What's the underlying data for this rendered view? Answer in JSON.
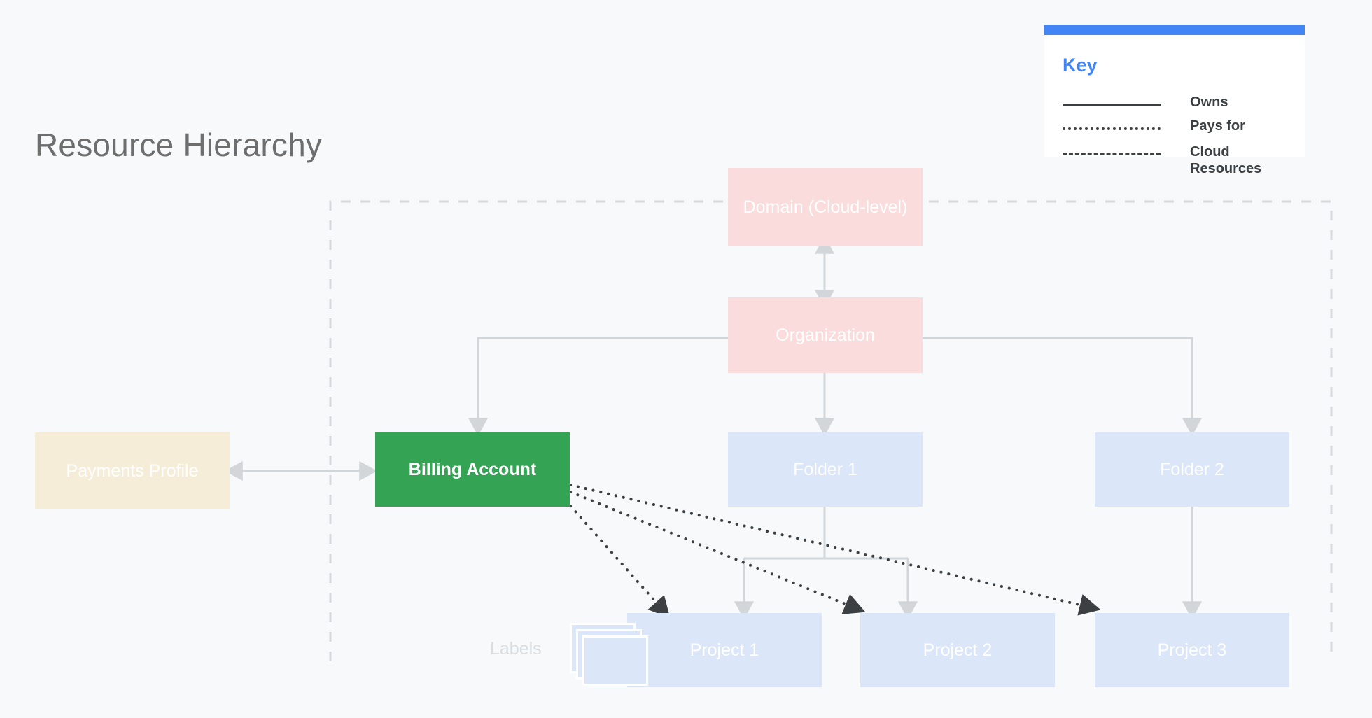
{
  "page": {
    "title": "Resource Hierarchy",
    "background_color": "#f7f9fa"
  },
  "key": {
    "heading": "Key",
    "accent_color": "#4285f4",
    "rows": [
      {
        "style": "solid",
        "label": "Owns"
      },
      {
        "style": "dotted",
        "label": "Pays for"
      },
      {
        "style": "dashed",
        "label": "Cloud Resources"
      }
    ]
  },
  "nodes": {
    "domain": {
      "label": "Domain (Cloud-level)",
      "color": "#fadcdc"
    },
    "organization": {
      "label": "Organization",
      "color": "#fadcdc"
    },
    "payments_profile": {
      "label": "Payments Profile",
      "color": "#f6edd9"
    },
    "billing_account": {
      "label": "Billing Account",
      "color": "#34a353"
    },
    "folder1": {
      "label": "Folder 1",
      "color": "#dce6f9"
    },
    "folder2": {
      "label": "Folder 2",
      "color": "#dce6f9"
    },
    "project1": {
      "label": "Project 1",
      "color": "#dce6f9"
    },
    "project2": {
      "label": "Project 2",
      "color": "#dce6f9"
    },
    "project3": {
      "label": "Project 3",
      "color": "#dce6f9"
    },
    "labels": {
      "label": "Labels",
      "color": "#dce6f9"
    }
  },
  "chart_data": {
    "type": "diagram",
    "title": "Resource Hierarchy",
    "nodes": [
      {
        "id": "domain",
        "label": "Domain (Cloud-level)",
        "level": 0,
        "fill": "#fadcdc"
      },
      {
        "id": "organization",
        "label": "Organization",
        "level": 1,
        "fill": "#fadcdc"
      },
      {
        "id": "payments_profile",
        "label": "Payments Profile",
        "level": 2,
        "fill": "#f6edd9"
      },
      {
        "id": "billing_account",
        "label": "Billing Account",
        "level": 2,
        "fill": "#34a353"
      },
      {
        "id": "folder1",
        "label": "Folder 1",
        "level": 2,
        "fill": "#dce6f9"
      },
      {
        "id": "folder2",
        "label": "Folder 2",
        "level": 2,
        "fill": "#dce6f9"
      },
      {
        "id": "project1",
        "label": "Project 1",
        "level": 3,
        "fill": "#dce6f9"
      },
      {
        "id": "project2",
        "label": "Project 2",
        "level": 3,
        "fill": "#dce6f9"
      },
      {
        "id": "project3",
        "label": "Project 3",
        "level": 3,
        "fill": "#dce6f9"
      },
      {
        "id": "labels",
        "label": "Labels",
        "level": 3,
        "fill": "#dce6f9"
      }
    ],
    "edges": [
      {
        "from": "domain",
        "to": "organization",
        "relation": "Owns",
        "style": "solid",
        "arrows": "both"
      },
      {
        "from": "organization",
        "to": "billing_account",
        "relation": "Owns",
        "style": "solid",
        "arrows": "to"
      },
      {
        "from": "organization",
        "to": "folder1",
        "relation": "Owns",
        "style": "solid",
        "arrows": "to"
      },
      {
        "from": "organization",
        "to": "folder2",
        "relation": "Owns",
        "style": "solid",
        "arrows": "to"
      },
      {
        "from": "payments_profile",
        "to": "billing_account",
        "relation": "Owns",
        "style": "solid",
        "arrows": "both"
      },
      {
        "from": "folder1",
        "to": "project1",
        "relation": "Owns",
        "style": "solid",
        "arrows": "to"
      },
      {
        "from": "folder1",
        "to": "project2",
        "relation": "Owns",
        "style": "solid",
        "arrows": "to"
      },
      {
        "from": "folder2",
        "to": "project3",
        "relation": "Owns",
        "style": "solid",
        "arrows": "to"
      },
      {
        "from": "billing_account",
        "to": "project1",
        "relation": "Pays for",
        "style": "dotted",
        "arrows": "to"
      },
      {
        "from": "billing_account",
        "to": "project2",
        "relation": "Pays for",
        "style": "dotted",
        "arrows": "to"
      },
      {
        "from": "billing_account",
        "to": "project3",
        "relation": "Pays for",
        "style": "dotted",
        "arrows": "to"
      }
    ],
    "boundary": {
      "label": "Cloud Resources",
      "style": "dashed"
    },
    "legend": [
      "Owns",
      "Pays for",
      "Cloud Resources"
    ]
  }
}
